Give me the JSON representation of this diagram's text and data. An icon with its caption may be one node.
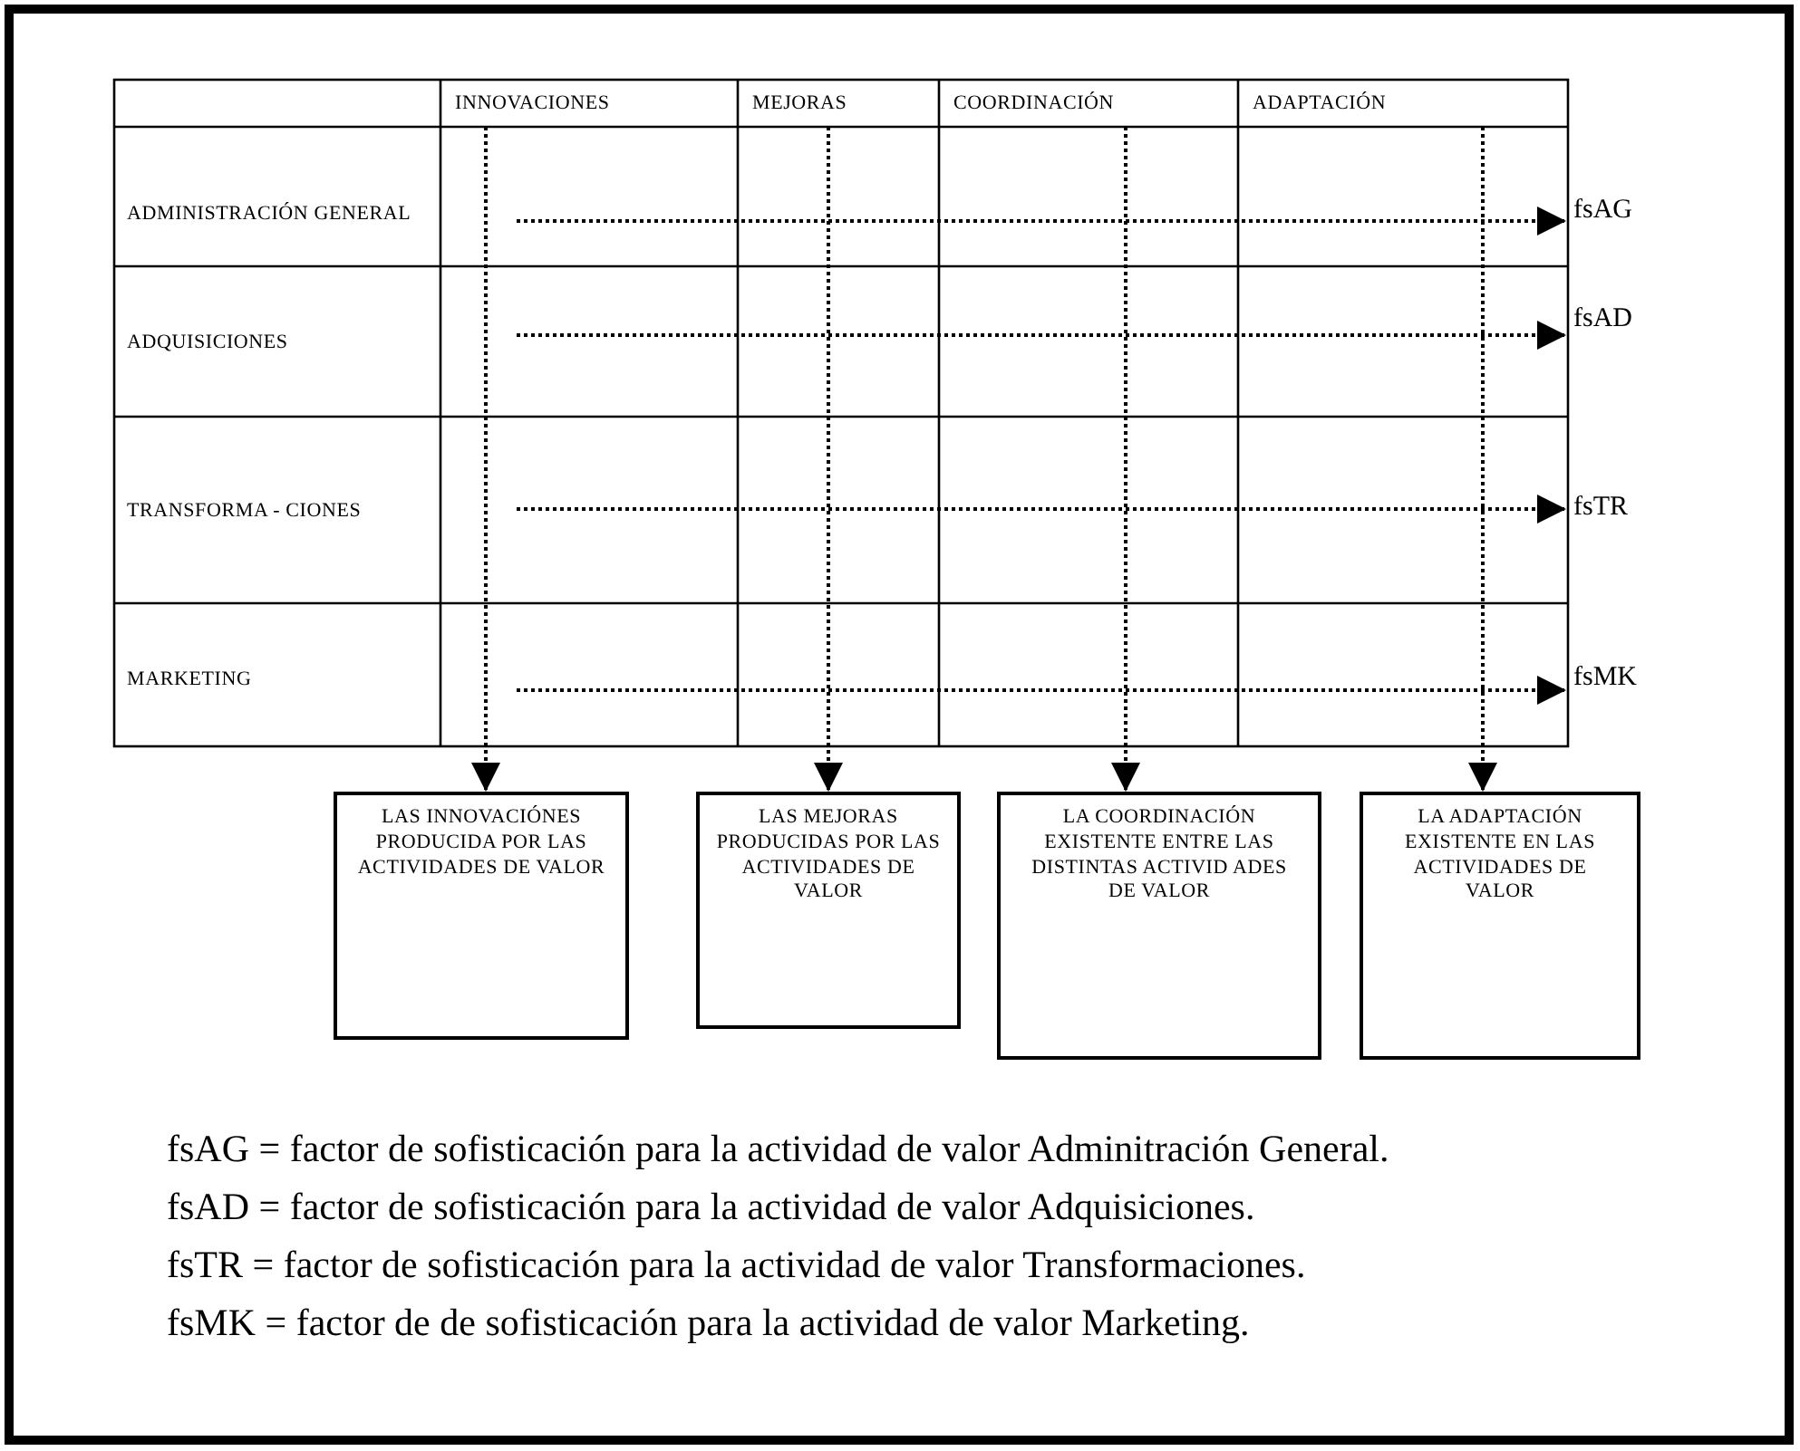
{
  "diagram": {
    "nodes": [
      {
        "text": [
          "INNOVACIONES"
        ]
      },
      {
        "text": [
          "MEJORAS"
        ]
      },
      {
        "text": [
          "COORDINACIÓN"
        ]
      },
      {
        "text": [
          "ADAPTACIÓN"
        ]
      },
      {
        "text": [
          "ADMINISTRACIÓN GENERAL"
        ]
      },
      {
        "text": [
          "ADQUISICIONES"
        ]
      },
      {
        "text": [
          "TRANSFORMA - CIONES"
        ]
      },
      {
        "text": [
          "MARKETING"
        ]
      },
      {
        "text": [
          "fsAG"
        ]
      },
      {
        "text": [
          "fsAD"
        ]
      },
      {
        "text": [
          "fsTR"
        ]
      },
      {
        "text": [
          "fsMK"
        ]
      },
      {
        "text": [
          "LAS INNOVACIÓNES PRODUCIDA POR LAS ACTIVIDADES DE VALOR"
        ]
      },
      {
        "text": [
          "LAS MEJORAS PRODUCIDAS POR LAS ACTIVIDADES DE VALOR"
        ]
      },
      {
        "text": [
          "LA COORDINACIÓN EXISTENTE ENTRE LAS DISTINTAS ACTIVID ADES DE VALOR"
        ]
      },
      {
        "text": [
          "LA ADAPTACIÓN EXISTENTE EN LAS ACTIVIDADES DE VALOR"
        ]
      }
    ],
    "edges": [
      {
        "from": null,
        "to": 8,
        "arrow": "to",
        "style": "dashed"
      },
      {
        "from": null,
        "to": 9,
        "arrow": "to",
        "style": "dashed"
      },
      {
        "from": null,
        "to": 10,
        "arrow": "to",
        "style": "dashed"
      },
      {
        "from": null,
        "to": 11,
        "arrow": "to",
        "style": "dashed"
      },
      {
        "from": 0,
        "to": 12,
        "arrow": "to",
        "style": "dashed"
      },
      {
        "from": 1,
        "to": 13,
        "arrow": "to",
        "style": "dashed"
      },
      {
        "from": 2,
        "to": 14,
        "arrow": "to",
        "style": "dashed"
      },
      {
        "from": 3,
        "to": 15,
        "arrow": "to",
        "style": "dashed"
      }
    ],
    "labels": [
      "fsAG = factor de sofisticación para la actividad de valor Adminitración General.",
      "fsAD = factor de sofisticación para la actividad de valor Adquisiciones.",
      "fsTR = factor de sofisticación para la actividad de valor Transformaciones.",
      "fsMK = factor de de sofisticación para la actividad de valor Marketing."
    ]
  }
}
